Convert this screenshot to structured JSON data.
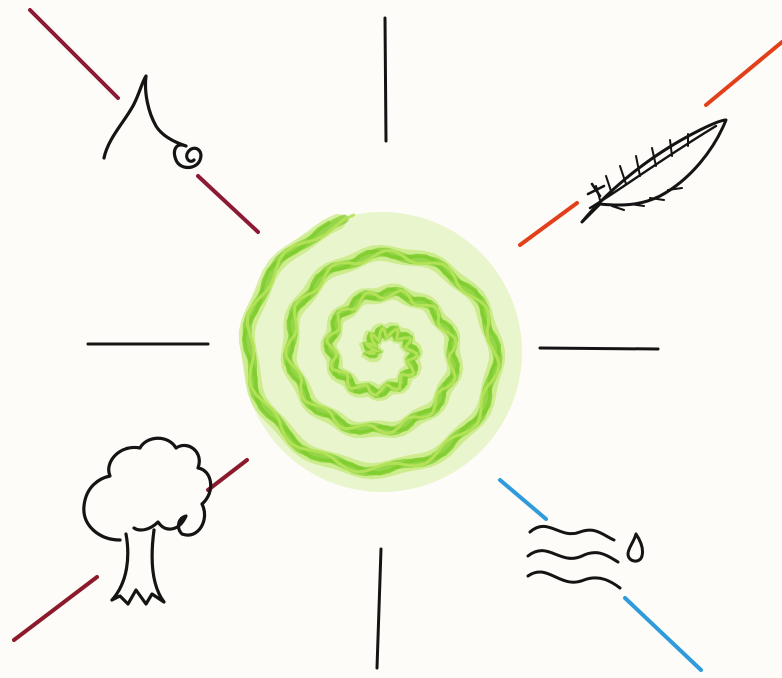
{
  "title": "",
  "colors": {
    "paper": "#fdfcf9",
    "black": "#141414",
    "fire_red": "#8b1a35",
    "air_orange": "#e2401a",
    "water_blue": "#2f9bdb",
    "earth_red": "#8b1a2a",
    "spiral_dark": "#7ccc2c",
    "spiral_light": "#b6e35a"
  },
  "center": {
    "icon": "spiral-icon"
  },
  "elements": [
    {
      "key": "fire",
      "icon": "flame-icon",
      "ray_color": "#8b1a35"
    },
    {
      "key": "air",
      "icon": "feather-icon",
      "ray_color": "#e2401a"
    },
    {
      "key": "water",
      "icon": "water-drop-icon",
      "ray_color": "#2f9bdb"
    },
    {
      "key": "earth",
      "icon": "tree-icon",
      "ray_color": "#8b1a2a"
    }
  ],
  "plain_rays": [
    "top",
    "right",
    "bottom",
    "left"
  ]
}
